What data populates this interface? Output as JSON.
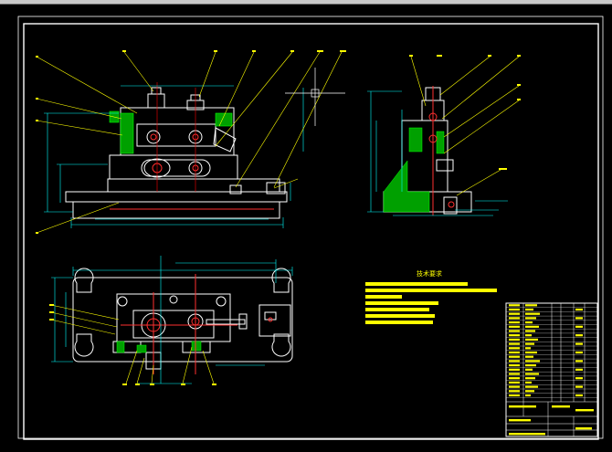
{
  "drawing": {
    "colors": {
      "background": "#000000",
      "frame": "#ffffff",
      "dimension": "#00ffff",
      "leader": "#ffff00",
      "part_outline": "#ffffff",
      "section_hatch": "#00ff00",
      "hole": "#ff3030",
      "center": "#ff0000",
      "note_highlight": "#ffff00",
      "title_block": "#ffffff"
    },
    "technical_requirements": {
      "heading": "技术要求"
    },
    "views": [
      {
        "key": "front-view"
      },
      {
        "key": "side-section-view"
      },
      {
        "key": "top-view"
      }
    ]
  }
}
